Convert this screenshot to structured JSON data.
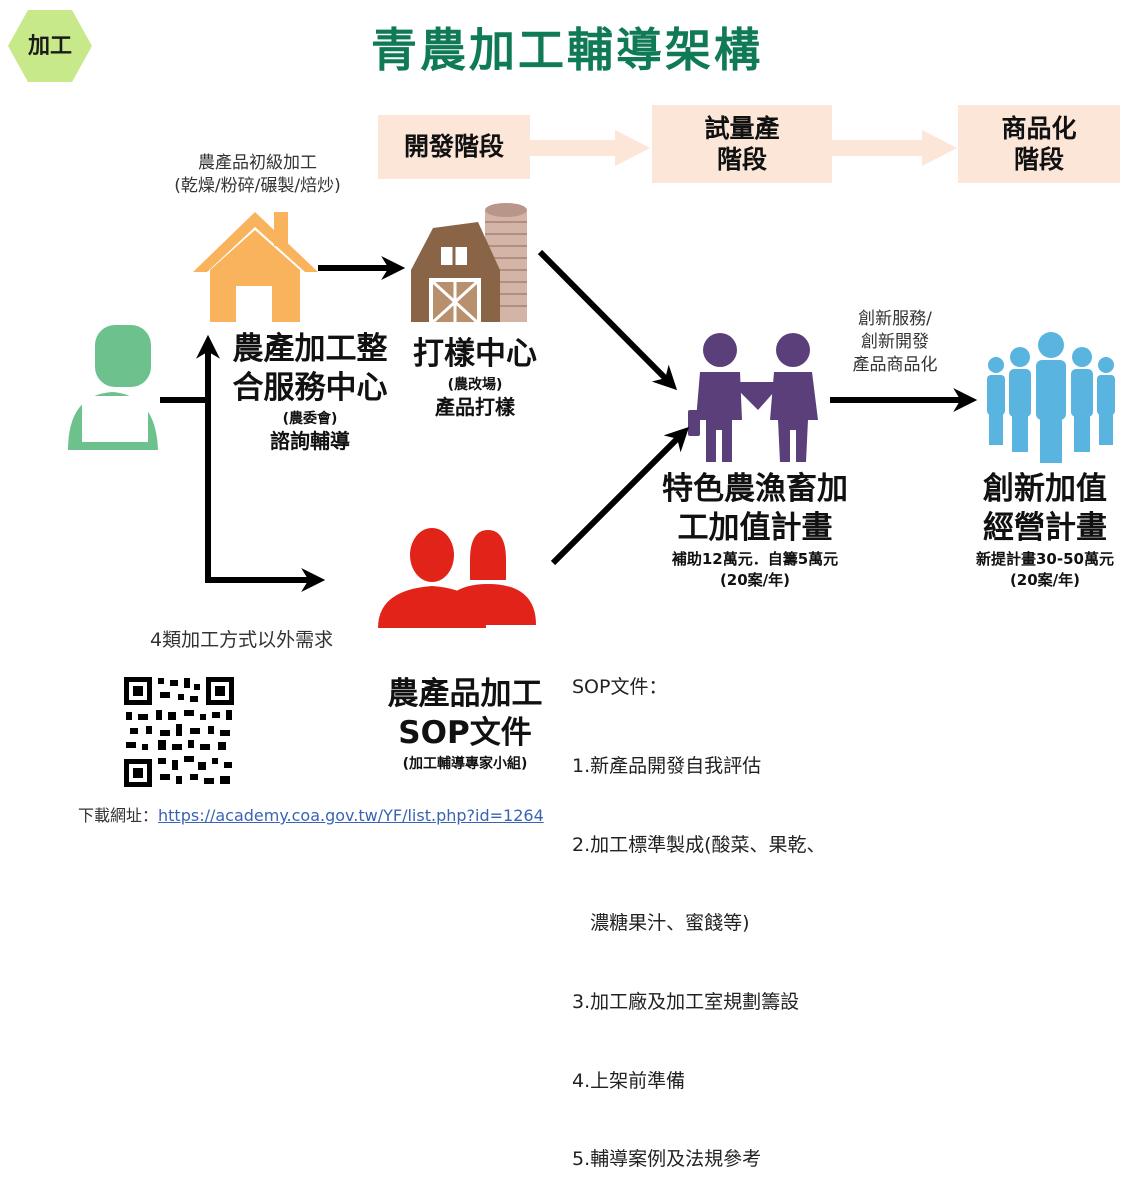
{
  "tag": "加工",
  "title": "青農加工輔導架構",
  "stages": [
    "開發階段",
    "試量產\n階段",
    "商品化\n階段"
  ],
  "primary_processing": {
    "line1": "農產品初級加工",
    "line2": "(乾燥/粉碎/碾製/焙炒)"
  },
  "integration_center": {
    "title": "農產加工整\n合服務中心",
    "org": "(農委會)",
    "desc": "諮詢輔導"
  },
  "prototype_center": {
    "title": "打樣中心",
    "org": "(農改場)",
    "desc": "產品打樣"
  },
  "innovation_note": "創新服務/\n創新開發\n產品商品化",
  "value_plan": {
    "title": "特色農漁畜加\n工加值計畫",
    "subsidy": "補助12萬元．自籌5萬元",
    "cases": "(20案/年)"
  },
  "innovation_plan": {
    "title": "創新加值\n經營計畫",
    "subsidy": "新提計畫30-50萬元",
    "cases": "(20案/年)"
  },
  "other_needs": "4類加工方式以外需求",
  "sop_doc": {
    "title": "農產品加工\nSOP文件",
    "org": "(加工輔導專家小組)"
  },
  "sop_list": {
    "heading": "SOP文件：",
    "items": [
      "1.新產品開發自我評估",
      "2.加工標準製成(酸菜、果乾、",
      "   濃糖果汁、蜜餞等)",
      "3.加工廠及加工室規劃籌設",
      "4.上架前準備",
      "5.輔導案例及法規參考"
    ]
  },
  "download": {
    "label": "下載網址：",
    "url": "https://academy.coa.gov.tw/YF/list.php?id=1264"
  },
  "colors": {
    "title_green": "#0f7a55",
    "tag_green": "#c7e98a",
    "stage_peach": "#fbe6d8",
    "house_orange": "#f9b35c",
    "person_green": "#6cc18c",
    "couple_purple": "#5b3f7a",
    "sop_red": "#e2231a",
    "people_blue": "#5ab4e0",
    "barn_brown": "#8a6446"
  },
  "icons": [
    "house-icon",
    "barn-silo-icon",
    "user-laptop-icon",
    "couple-icon",
    "two-people-icon",
    "group-icon",
    "qr-code-icon"
  ]
}
